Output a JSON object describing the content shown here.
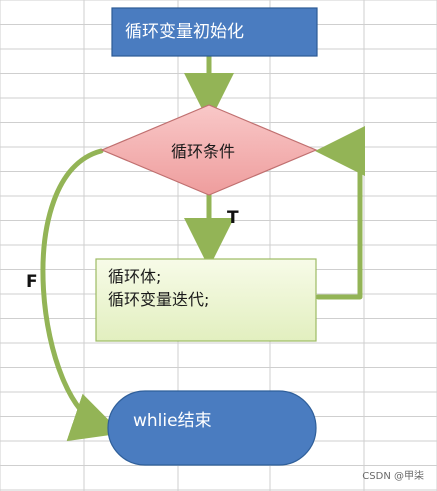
{
  "diagram": {
    "nodes": {
      "init": {
        "label": "循环变量初始化"
      },
      "condition": {
        "label": "循环条件"
      },
      "body": {
        "lines": [
          "循环体;",
          "循环变量迭代;"
        ]
      },
      "end": {
        "label": "whlie结束"
      }
    },
    "edges": {
      "true_label": "T",
      "false_label": "F"
    }
  },
  "watermark": "CSDN @甲柒",
  "colors": {
    "grid_line": "#cfcfcf",
    "init_fill": "#4a7cc0",
    "init_stroke": "#2c5a95",
    "diamond_fill": "#f4b3b3",
    "diamond_stroke": "#c07070",
    "body_fill": "#eef7d6",
    "body_stroke": "#9dbb63",
    "end_fill": "#4a7cc0",
    "end_stroke": "#2f5f9a",
    "arrow": "#93b456"
  }
}
